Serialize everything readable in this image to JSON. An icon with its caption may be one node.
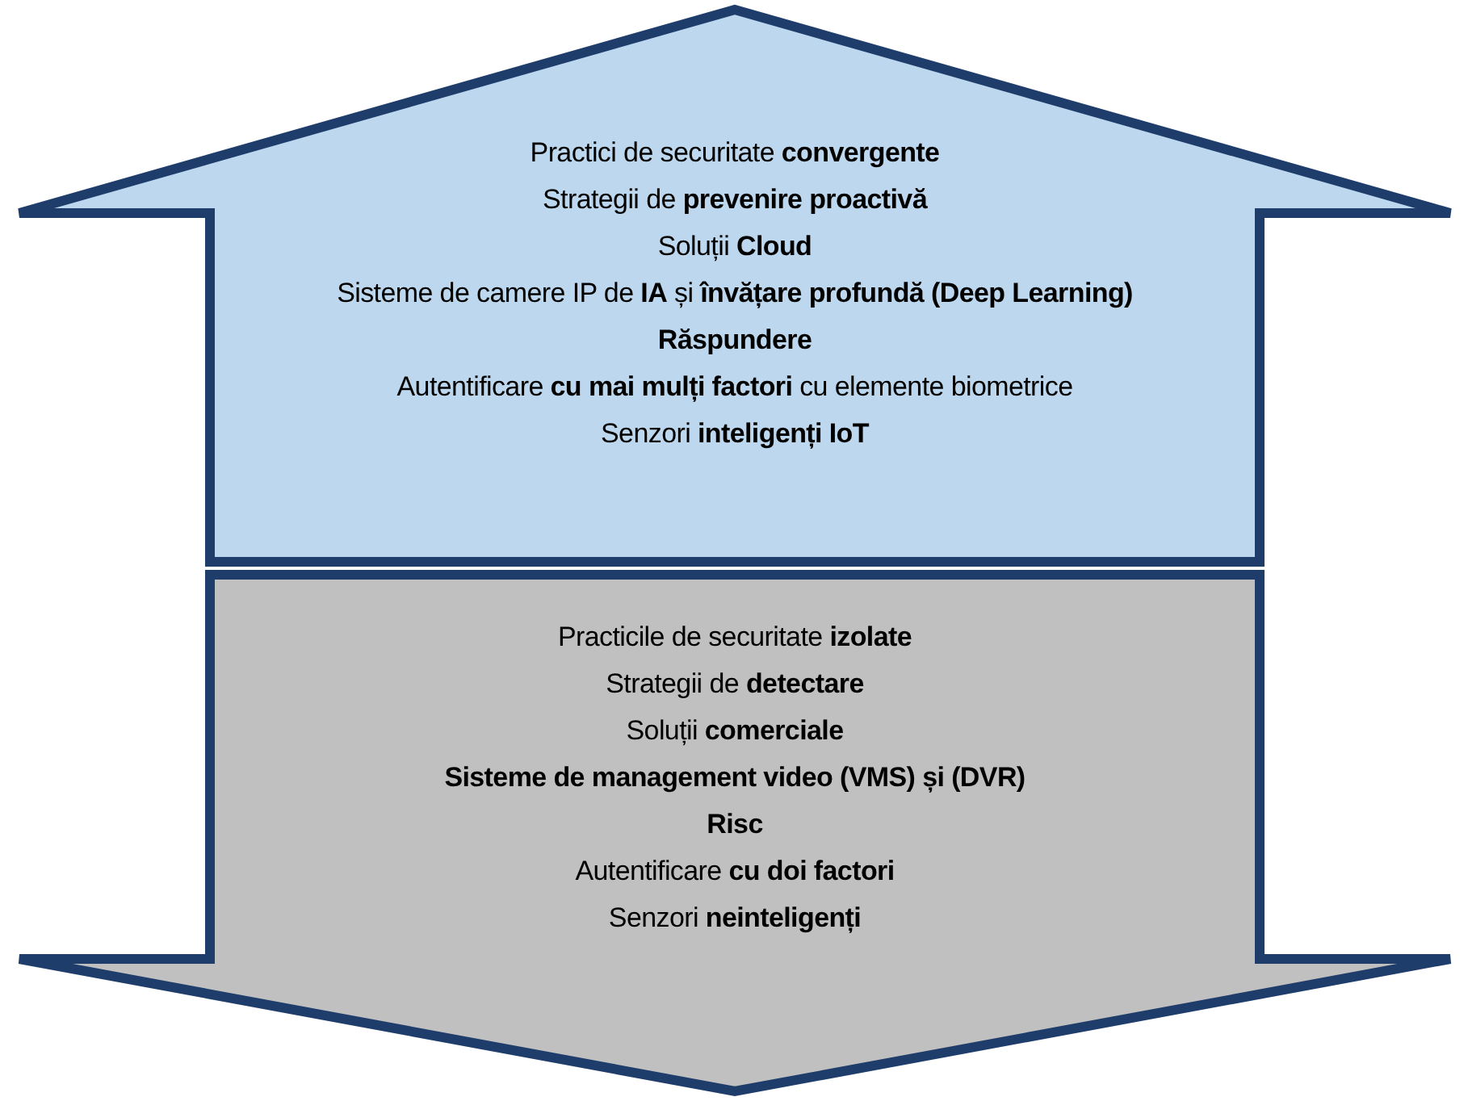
{
  "diagram": {
    "nodes": [
      {
        "text": [
          "Practici de securitate **convergente**",
          "Strategii de **prevenire proactivă**",
          "Soluții **Cloud**",
          "Sisteme de camere IP de **IA** și **învățare profundă (Deep Learning)**",
          "Răspundere",
          "Autentificare **cu mai mulți factori** cu elemente biometrice",
          "Senzori **inteligenți IoT**"
        ]
      },
      {
        "text": [
          "Practicile de securitate **izolate**",
          "Strategii de **detectare**",
          "Soluții **comerciale**",
          "Sisteme de management video (VMS) și (DVR)",
          "Risc",
          "Autentificare **cu doi factori**",
          "Senzori **neinteligenți**"
        ]
      }
    ]
  }
}
